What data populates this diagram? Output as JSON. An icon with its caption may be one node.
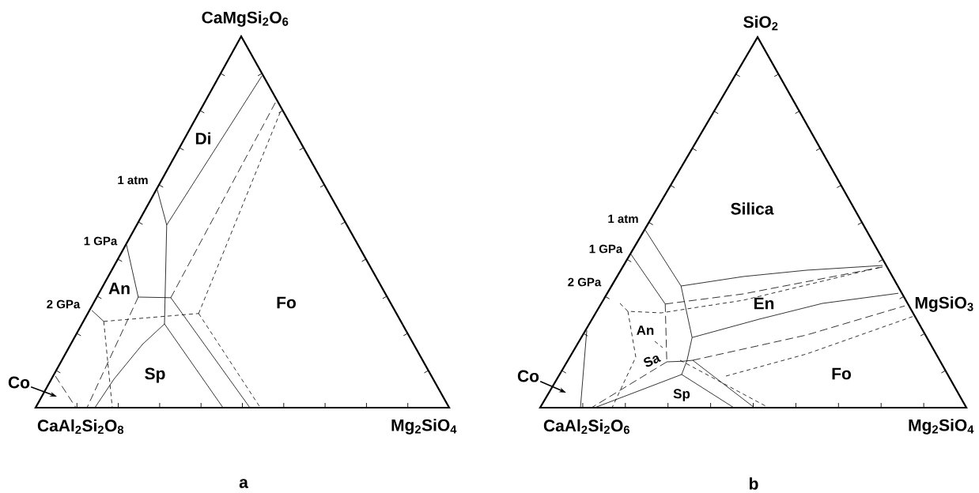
{
  "diagram": {
    "nodes": [
      {
        "text": [
          "Co"
        ]
      },
      {
        "text": [
          "Co"
        ]
      }
    ],
    "edges": [
      {
        "from": 0,
        "to": null,
        "arrow": "to"
      },
      {
        "from": 1,
        "to": null,
        "arrow": "to"
      }
    ],
    "labels": [
      "CaMgSi$_{2}$O$_{6}$",
      "Di",
      "1 atm",
      "1 GPa",
      "An",
      "2 GPa",
      "Fo",
      "Sp",
      "CaAl$_{2}$Si$_{2}$O$_{8}$",
      "Mg$_{2}$SiO$_{4}$",
      "a",
      "SiO$_{2}$",
      "Silica",
      "1 atm",
      "1 GPa",
      "2 GPa",
      "En",
      "MgSiO$_{3}$",
      "An",
      "Sa",
      "Fo",
      "Sp",
      "CaAl$_{2}$Si$_{2}$O$_{6}$",
      "Mg$_{2}$SiO$_{4}$",
      "b"
    ]
  }
}
